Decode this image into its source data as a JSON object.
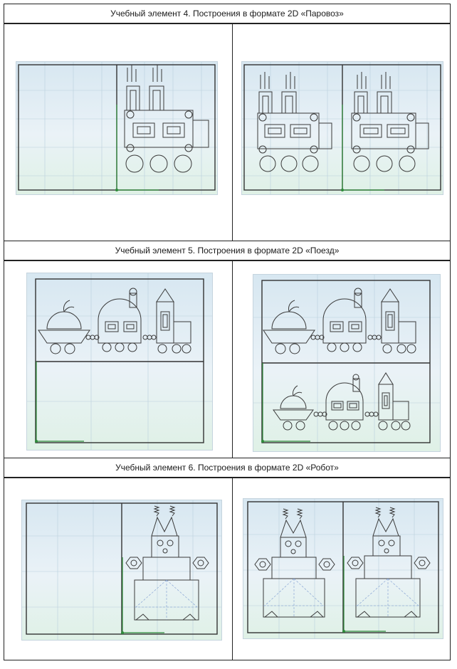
{
  "rows": [
    {
      "title": "Учебный элемент 4. Построения в формате 2D «Паровоз»"
    },
    {
      "title": "Учебный элемент 5. Построения в формате 2D «Поезд»"
    },
    {
      "title": "Учебный элемент 6. Построения в формате 2D «Робот»"
    }
  ],
  "colors": {
    "frame": "#222222",
    "canvas_top": "#d7e7f1",
    "canvas_bottom": "#dff1e6",
    "grid": "#b9cfdc",
    "axis": "#2e8b3a",
    "line": "#3a3a3a"
  }
}
